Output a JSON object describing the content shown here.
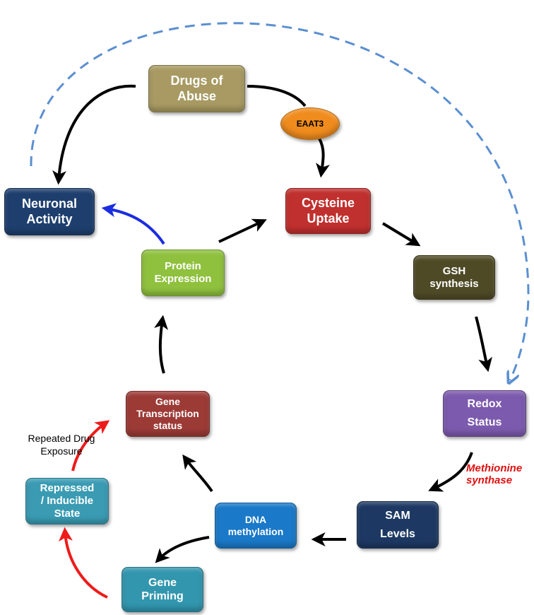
{
  "nodes": {
    "drugs": "Drugs of\nAbuse",
    "neuronal": "Neuronal\nActivity",
    "cysteine": "Cysteine\nUptake",
    "protein": "Protein\nExpression",
    "gsh": "GSH\nsynthesis",
    "redox": "Redox\nStatus",
    "gene_transcription": "Gene\nTranscription\nstatus",
    "repressed": "Repressed\n/ Inducible\nState",
    "dna": "DNA\nmethylation",
    "sam": "SAM\nLevels",
    "priming": "Gene\nPriming"
  },
  "labels": {
    "eaat3": "EAAT3",
    "methionine_synthase": "Methionine\nsynthase",
    "repeated_exposure": "Repeated Drug\nExposure"
  },
  "colors": {
    "drugs": "#a89a62",
    "neuronal": "#1e3f6e",
    "cysteine": "#c0302e",
    "protein": "#8fc13e",
    "gsh": "#4f4a26",
    "redox": "#7c5aad",
    "gene_transcription": "#9c3a36",
    "repressed": "#3a9bb3",
    "dna": "#1a79c8",
    "sam": "#1d3963",
    "priming": "#3296ae",
    "eaat3": "#f08c1e",
    "arrow": "#000000",
    "blue_arrow": "#1b2de0",
    "red_arrow": "#ee1b1b",
    "dashed": "#5b8fd0",
    "methionine_text": "#e01010"
  }
}
